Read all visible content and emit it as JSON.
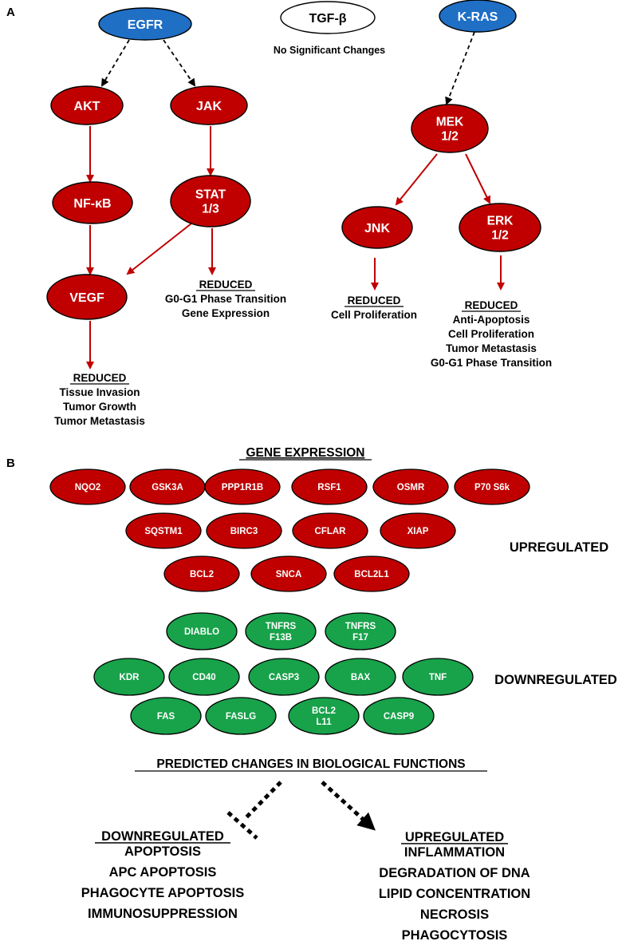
{
  "panel_a": {
    "label": "A",
    "colors": {
      "node_blue": "#1f6fc5",
      "node_red": "#c00000",
      "arrow_red": "#c00000",
      "dashed_arrow": "#000000"
    },
    "nodes": {
      "egfr": {
        "lines": [
          "EGFR"
        ],
        "color": "blue"
      },
      "tgfb": {
        "lines": [
          "TGF-β"
        ],
        "color": "white"
      },
      "kras": {
        "lines": [
          "K-RAS"
        ],
        "color": "blue"
      },
      "akt": {
        "lines": [
          "AKT"
        ],
        "color": "red"
      },
      "jak": {
        "lines": [
          "JAK"
        ],
        "color": "red"
      },
      "nfkb": {
        "lines": [
          "NF-κB"
        ],
        "color": "red"
      },
      "stat": {
        "lines": [
          "STAT",
          "1/3"
        ],
        "color": "red"
      },
      "vegf": {
        "lines": [
          "VEGF"
        ],
        "color": "red"
      },
      "mek": {
        "lines": [
          "MEK",
          "1/2"
        ],
        "color": "red"
      },
      "jnk": {
        "lines": [
          "JNK"
        ],
        "color": "red"
      },
      "erk": {
        "lines": [
          "ERK",
          "1/2"
        ],
        "color": "red"
      }
    },
    "tgfb_note": "No Significant Changes",
    "outcomes": {
      "vegf": {
        "heading": "REDUCED",
        "lines": [
          "Tissue Invasion",
          "Tumor Growth",
          "Tumor Metastasis"
        ]
      },
      "stat": {
        "heading": "REDUCED",
        "lines": [
          "G0-G1 Phase Transition",
          "Gene Expression"
        ]
      },
      "jnk": {
        "heading": "REDUCED",
        "lines": [
          "Cell Proliferation"
        ]
      },
      "erk": {
        "heading": "REDUCED",
        "lines": [
          "Anti-Apoptosis",
          "Cell Proliferation",
          "Tumor Metastasis",
          "G0-G1 Phase Transition"
        ]
      }
    },
    "edges": [
      {
        "from": "egfr",
        "to": "akt",
        "style": "dashed"
      },
      {
        "from": "egfr",
        "to": "jak",
        "style": "dashed"
      },
      {
        "from": "kras",
        "to": "mek",
        "style": "dashed"
      },
      {
        "from": "akt",
        "to": "nfkb",
        "style": "solid"
      },
      {
        "from": "jak",
        "to": "stat",
        "style": "solid"
      },
      {
        "from": "nfkb",
        "to": "vegf",
        "style": "solid"
      },
      {
        "from": "stat",
        "to": "vegf",
        "style": "solid"
      },
      {
        "from": "stat",
        "to": "stat-outcome",
        "style": "solid"
      },
      {
        "from": "vegf",
        "to": "vegf-outcome",
        "style": "solid"
      },
      {
        "from": "mek",
        "to": "jnk",
        "style": "solid"
      },
      {
        "from": "mek",
        "to": "erk",
        "style": "solid"
      },
      {
        "from": "jnk",
        "to": "jnk-outcome",
        "style": "solid"
      },
      {
        "from": "erk",
        "to": "erk-outcome",
        "style": "solid"
      }
    ]
  },
  "panel_b": {
    "label": "B",
    "title": "GENE EXPRESSION",
    "colors": {
      "up": "#c00000",
      "down": "#18a24a"
    },
    "upregulated": {
      "label": "UPREGULATED",
      "rows": [
        [
          {
            "lines": [
              "NQO2"
            ]
          },
          {
            "lines": [
              "GSK3A"
            ]
          },
          {
            "lines": [
              "PPP1R1B"
            ]
          },
          {
            "lines": [
              "RSF1"
            ]
          },
          {
            "lines": [
              "OSMR"
            ]
          },
          {
            "lines": [
              "P70 S6k"
            ]
          }
        ],
        [
          {
            "lines": [
              "SQSTM1"
            ]
          },
          {
            "lines": [
              "BIRC3"
            ]
          },
          {
            "lines": [
              "CFLAR"
            ]
          },
          {
            "lines": [
              "XIAP"
            ]
          }
        ],
        [
          {
            "lines": [
              "BCL2"
            ]
          },
          {
            "lines": [
              "SNCA"
            ]
          },
          {
            "lines": [
              "BCL2L1"
            ]
          }
        ]
      ]
    },
    "downregulated": {
      "label": "DOWNREGULATED",
      "rows": [
        [
          {
            "lines": [
              "DIABLO"
            ]
          },
          {
            "lines": [
              "TNFRS",
              "F13B"
            ]
          },
          {
            "lines": [
              "TNFRS",
              "F17"
            ]
          }
        ],
        [
          {
            "lines": [
              "KDR"
            ]
          },
          {
            "lines": [
              "CD40"
            ]
          },
          {
            "lines": [
              "CASP3"
            ]
          },
          {
            "lines": [
              "BAX"
            ]
          },
          {
            "lines": [
              "TNF"
            ]
          }
        ],
        [
          {
            "lines": [
              "FAS"
            ]
          },
          {
            "lines": [
              "FASLG"
            ]
          },
          {
            "lines": [
              "BCL2",
              "L11"
            ]
          },
          {
            "lines": [
              "CASP9"
            ]
          }
        ]
      ]
    },
    "predicted": {
      "title": "PREDICTED CHANGES IN BIOLOGICAL FUNCTIONS",
      "down": {
        "heading": "DOWNREGULATED",
        "items": [
          "APOPTOSIS",
          "APC APOPTOSIS",
          "PHAGOCYTE APOPTOSIS",
          "IMMUNOSUPPRESSION"
        ]
      },
      "up": {
        "heading": "UPREGULATED",
        "items": [
          "INFLAMMATION",
          "DEGRADATION OF DNA",
          "LIPID CONCENTRATION",
          "NECROSIS",
          "PHAGOCYTOSIS"
        ]
      }
    }
  }
}
